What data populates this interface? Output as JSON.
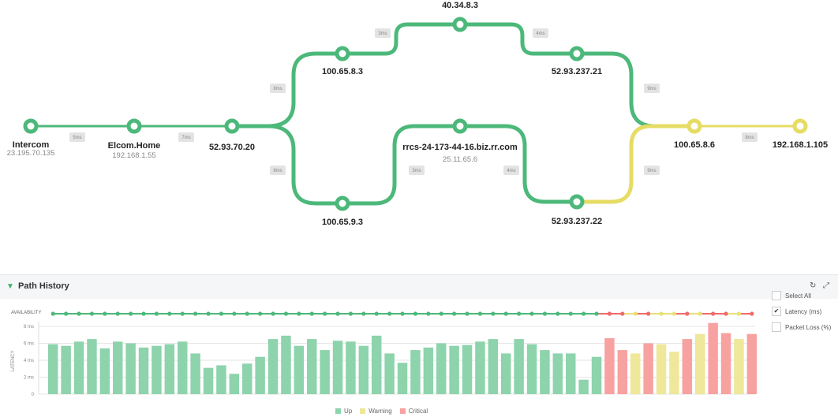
{
  "colors": {
    "up": "#8dd3ac",
    "warning": "#efe79a",
    "critical": "#f7a1a1",
    "path_green": "#4cb87a",
    "path_yellow": "#e6dc64"
  },
  "topology": {
    "nodes": [
      {
        "id": "intercom",
        "name": "Intercom",
        "ip": "23.195.70.135",
        "status": "up"
      },
      {
        "id": "elcom",
        "name": "Elcom.Home",
        "ip": "192.168.1.55",
        "status": "up"
      },
      {
        "id": "n1",
        "name": "52.93.70.20",
        "status": "up"
      },
      {
        "id": "n2",
        "name": "100.65.8.3",
        "status": "up"
      },
      {
        "id": "n3",
        "name": "40.34.8.3",
        "status": "up"
      },
      {
        "id": "n4",
        "name": "52.93.237.21",
        "status": "up"
      },
      {
        "id": "n5",
        "name": "100.65.9.3",
        "status": "up"
      },
      {
        "id": "n6",
        "name": "rrcs-24-173-44-16.biz.rr.com",
        "ip": "25.11.65.6",
        "status": "up"
      },
      {
        "id": "n7",
        "name": "52.93.237.22",
        "status": "up"
      },
      {
        "id": "n8",
        "name": "100.65.8.6",
        "status": "warning"
      },
      {
        "id": "n9",
        "name": "192.168.1.105",
        "status": "warning"
      }
    ],
    "links": [
      "5ms",
      "7ms",
      "8ms",
      "3ms",
      "4ms",
      "9ms",
      "8ms",
      "3ms",
      "4ms",
      "9ms",
      "8ms"
    ]
  },
  "history": {
    "title": "Path History",
    "refresh_icon": "refresh-icon",
    "expand_icon": "expand-icon",
    "availability_label": "AVAILABILITY",
    "options": [
      {
        "label": "Select All",
        "checked": false
      },
      {
        "label": "Latency (ms)",
        "checked": true
      },
      {
        "label": "Packet Loss (%)",
        "checked": false
      }
    ],
    "legend": [
      "Up",
      "Warning",
      "Critical"
    ]
  },
  "chart_data": {
    "type": "bar",
    "ylabel": "LATENCY",
    "yticks": [
      "0",
      "2 ms",
      "4 ms",
      "6 ms",
      "8 ms"
    ],
    "ylim": [
      0,
      8.8
    ],
    "grid": true,
    "legend_placement": "bottom",
    "values": [
      5.9,
      5.7,
      6.2,
      6.5,
      5.4,
      6.2,
      6.0,
      5.5,
      5.7,
      5.9,
      6.2,
      4.8,
      3.1,
      3.4,
      2.4,
      3.6,
      4.4,
      6.5,
      6.9,
      5.7,
      6.5,
      5.2,
      6.3,
      6.2,
      5.7,
      6.9,
      4.8,
      3.7,
      5.2,
      5.5,
      6.0,
      5.7,
      5.8,
      6.2,
      6.5,
      4.8,
      6.5,
      5.9,
      5.2,
      4.8,
      4.8,
      1.7,
      4.4,
      6.6,
      5.2,
      4.8,
      6.0,
      5.9,
      5.0,
      6.5,
      7.1,
      8.4,
      7.2,
      6.5,
      7.1
    ],
    "status": [
      "up",
      "up",
      "up",
      "up",
      "up",
      "up",
      "up",
      "up",
      "up",
      "up",
      "up",
      "up",
      "up",
      "up",
      "up",
      "up",
      "up",
      "up",
      "up",
      "up",
      "up",
      "up",
      "up",
      "up",
      "up",
      "up",
      "up",
      "up",
      "up",
      "up",
      "up",
      "up",
      "up",
      "up",
      "up",
      "up",
      "up",
      "up",
      "up",
      "up",
      "up",
      "up",
      "up",
      "critical",
      "critical",
      "warning",
      "critical",
      "warning",
      "warning",
      "critical",
      "warning",
      "critical",
      "critical",
      "warning",
      "critical"
    ]
  }
}
